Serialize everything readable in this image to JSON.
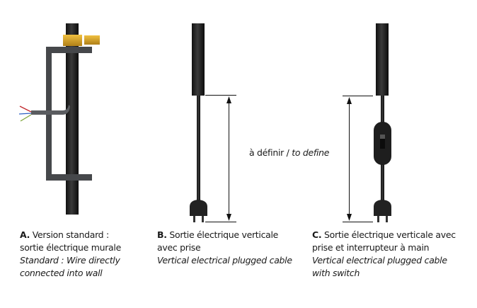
{
  "dimension_label": {
    "fr": "à définir",
    "sep": " / ",
    "en": "to define"
  },
  "captions": [
    {
      "letter": "A.",
      "fr_line1": " Version standard :",
      "fr_line2": "sortie électrique murale",
      "en_line1": "Standard : Wire directly",
      "en_line2": "connected into wall"
    },
    {
      "letter": "B.",
      "fr_line1": " Sortie électrique verticale",
      "fr_line2": "avec prise",
      "en_line1": "Vertical electrical plugged cable",
      "en_line2": ""
    },
    {
      "letter": "C.",
      "fr_line1": " Sortie électrique verticale avec",
      "fr_line2": "prise et interrupteur à main",
      "en_line1": "Vertical electrical plugged cable",
      "en_line2": "with switch"
    }
  ]
}
